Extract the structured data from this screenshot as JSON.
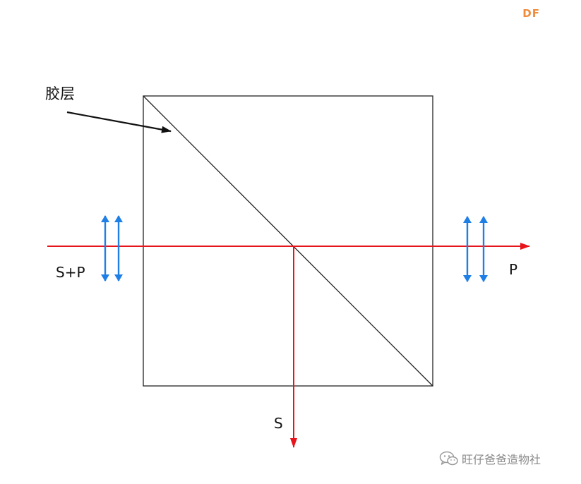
{
  "logo": "DF",
  "labels": {
    "glue_layer": "胶层",
    "input_light": "S+P",
    "transmitted_light": "P",
    "reflected_light": "S"
  },
  "watermark": "旺仔爸爸造物社",
  "colors": {
    "beam": "#e8141b",
    "polarization": "#1e7fe6",
    "outline": "#222222",
    "logo": "#f08c3c",
    "watermark": "#8a8a8a"
  }
}
